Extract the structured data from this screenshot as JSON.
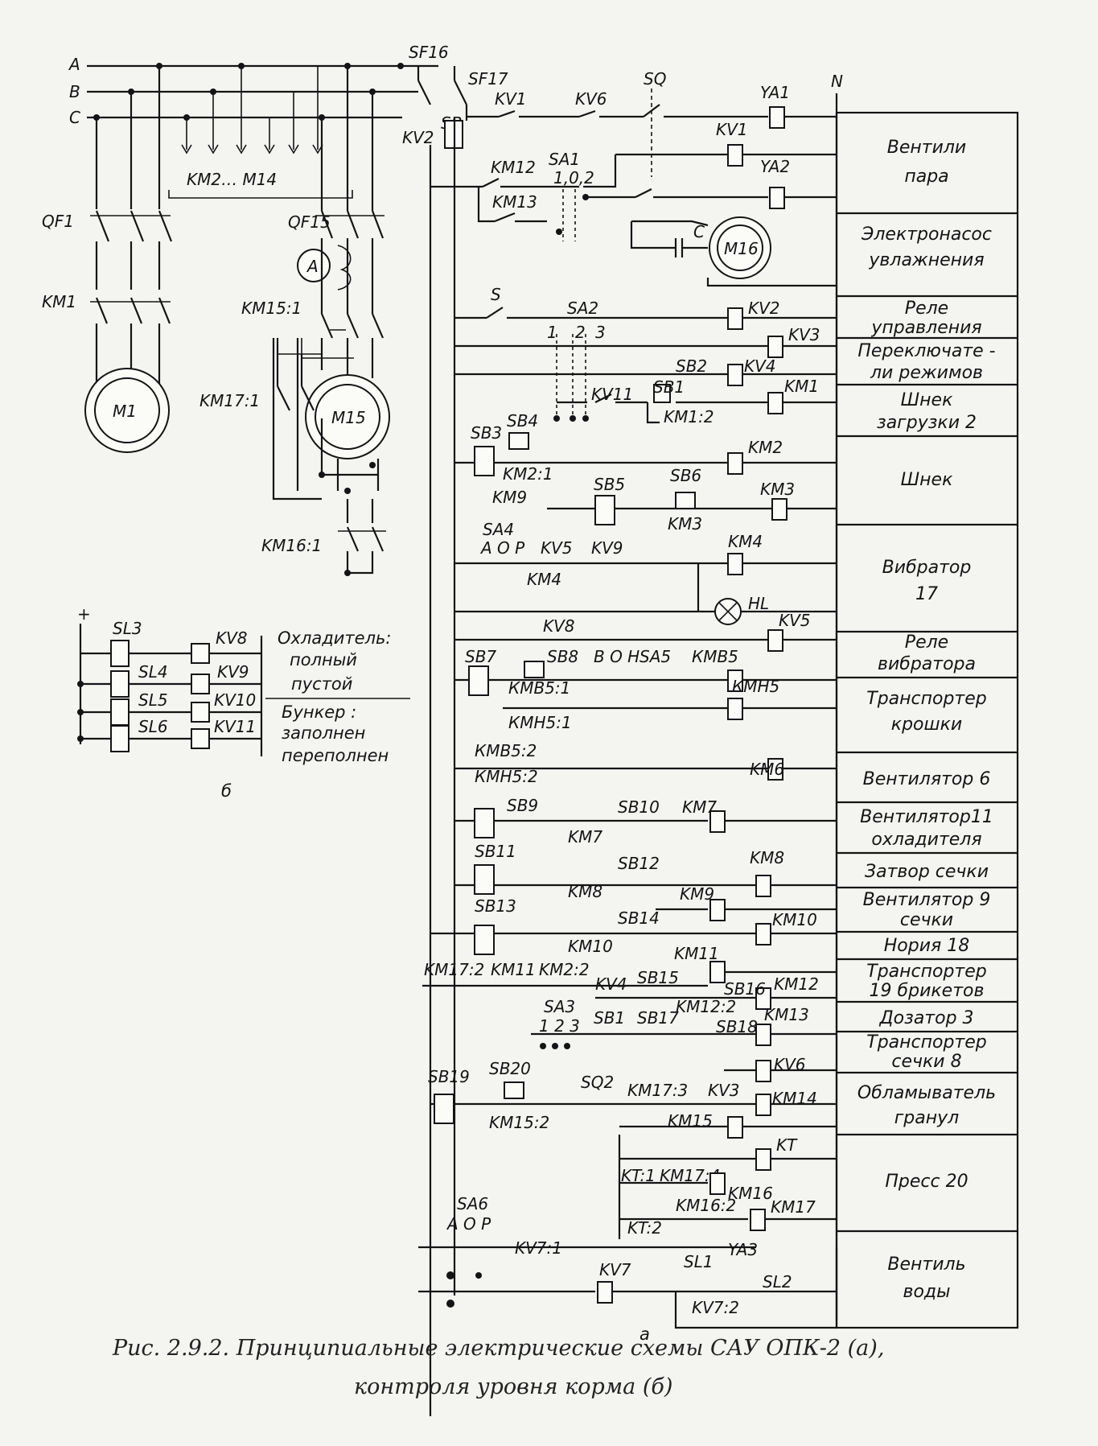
{
  "phases": [
    "A",
    "B",
    "C"
  ],
  "neutral": "N",
  "power": {
    "motor_bus": "KM2… M14",
    "breakers": [
      "QF1",
      "QF15"
    ],
    "contactors": [
      "KM1",
      "KM15:1",
      "KM17:1",
      "KM16:1"
    ],
    "motors": [
      "M1",
      "M15"
    ],
    "ammeter": "A"
  },
  "control_top": {
    "switches": [
      "SF16",
      "SF17",
      "SB",
      "KV2"
    ],
    "row1": [
      "KV1",
      "KV6",
      "SQ",
      "YA1"
    ],
    "row2": [
      "KV1",
      "KM12",
      "SA1",
      "1,0,2",
      "YA2",
      "KM13"
    ],
    "row3": [
      "C",
      "M16"
    ]
  },
  "components": {
    "kv2_row": [
      "S",
      "SA2",
      "KV2"
    ],
    "kv3_row": [
      "1",
      "2",
      "3",
      "KV3"
    ],
    "kv4_row": [
      "SB2",
      "KV4"
    ],
    "km1_row": [
      "KV11",
      "SB1",
      "KM1",
      "KM1:2"
    ],
    "km2_row": [
      "SB3",
      "SB4",
      "KM2:1",
      "KM2",
      "KM9"
    ],
    "km3_row": [
      "SB5",
      "SB6",
      "KM3",
      "KM3"
    ],
    "km4_row": [
      "SA4",
      "A O P",
      "KV5",
      "KV9",
      "KM4",
      "KM4",
      "HL"
    ],
    "kv5_row": [
      "KV8",
      "KV5"
    ],
    "km5_row": [
      "SB7",
      "SB8",
      "В О Н",
      "SA5",
      "КМВ5",
      "КМВ5:1",
      "КМН5:1",
      "КМН5"
    ],
    "km6_row": [
      "КМВ5:2",
      "КМН5:2",
      "KM6"
    ],
    "km7_row": [
      "SB9",
      "SB10",
      "KM7",
      "KM7"
    ],
    "km8_row": [
      "SB11",
      "SB12",
      "KM8",
      "KM8",
      "KM9"
    ],
    "km10_row": [
      "SB13",
      "SB14",
      "KM10",
      "KM10"
    ],
    "km11_row": [
      "KM17:2",
      "KM11",
      "KM2:2",
      "KM11"
    ],
    "km12_row": [
      "KV4",
      "SB15",
      "SB16",
      "KM12:2",
      "KM12"
    ],
    "km13_row": [
      "SA3",
      "1 2 3",
      "SB1",
      "SB17",
      "SB18",
      "KM13"
    ],
    "kv6_row": [
      "KV6"
    ],
    "km14_row": [
      "SB19",
      "SB20",
      "SQ2",
      "KM17:3",
      "KV3",
      "KM14",
      "KM15:2"
    ],
    "km15_row": [
      "KM15"
    ],
    "kt_row": [
      "KT",
      "KT:1",
      "KM17:4",
      "KM16",
      "KM16:2",
      "KM17",
      "KT:2"
    ],
    "water_row": [
      "SA6",
      "A O P",
      "KV7:1",
      "SL1",
      "YA3",
      "KV7",
      "SL2",
      "KV7:2"
    ]
  },
  "sections": [
    [
      "Вентили",
      "пара"
    ],
    [
      "Электронасос",
      "увлажнения"
    ],
    [
      "Реле",
      "управления"
    ],
    [
      "Переключате -",
      "ли режимов"
    ],
    [
      "Шнек",
      "загрузки 2"
    ],
    [
      "Шнек"
    ],
    [
      "Вибратор",
      "17"
    ],
    [
      "Реле",
      "вибратора"
    ],
    [
      "Транспортер",
      "крошки"
    ],
    [
      "Вентилятор 6"
    ],
    [
      "Вентилятор11",
      "охладителя"
    ],
    [
      "Затвор сечки"
    ],
    [
      "Вентилятор 9",
      "сечки"
    ],
    [
      "Нория 18"
    ],
    [
      "Транспортер",
      "19 брикетов"
    ],
    [
      "Дозатор 3"
    ],
    [
      "Транспортер",
      "сечки 8"
    ],
    [
      "Обламыватель",
      "гранул"
    ],
    [
      "Пресс 20"
    ],
    [
      "Вентиль",
      "воды"
    ]
  ],
  "level_scheme": {
    "supply": "+",
    "sensors": [
      "SL3",
      "SL4",
      "SL5",
      "SL6"
    ],
    "relays": [
      "KV8",
      "KV9",
      "KV10",
      "KV11"
    ],
    "cooler": [
      "Охладитель:",
      "полный",
      "пустой"
    ],
    "bunker": [
      "Бункер :",
      "заполнен",
      "переполнен"
    ],
    "tag": "б"
  },
  "tag_a": "а",
  "caption": {
    "line1": "Рис. 2.9.2. Принципиальные электрические схемы САУ ОПК-2 (а),",
    "line2": "контроля уровня корма (б)"
  }
}
